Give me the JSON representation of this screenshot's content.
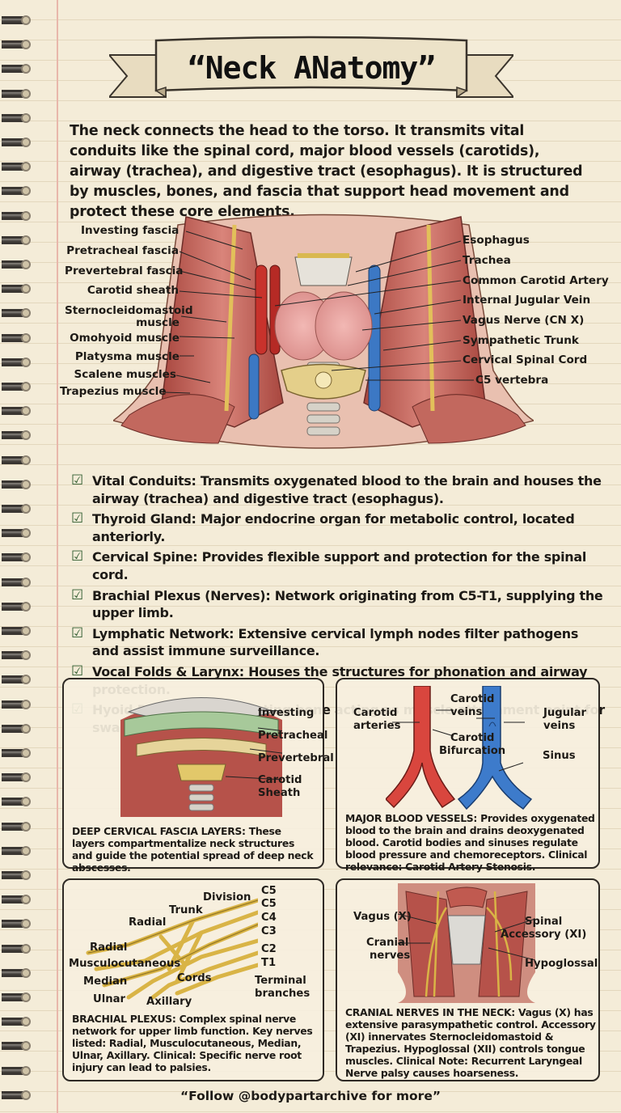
{
  "title": "“Neck ANatomy”",
  "intro": "The neck connects the head to the torso. It transmits vital conduits like the spinal cord, major blood vessels (carotids), airway (trachea), and digestive tract (esophagus). It is structured by muscles, bones, and fascia that support head movement and protect these core elements.",
  "main_labels_left": [
    "Investing fascia",
    "Pretracheal fascia",
    "Prevertebral fascia",
    "Carotid sheath",
    "Sternocleidomastoid",
    "muscle",
    "Omohyoid muscle",
    "Platysma muscle",
    "Scalene muscles",
    "Trapezius muscle"
  ],
  "main_labels_right": [
    "Esophagus",
    "Trachea",
    "Common Carotid Artery",
    "Internal Jugular Vein",
    "Vagus Nerve (CN X)",
    "Sympathetic Trunk",
    "Cervical Spinal Cord",
    "C5 vertebra"
  ],
  "checks": [
    {
      "term": "Vital Conduits:",
      "text": " Transmits oxygenated blood to the brain and houses the airway (trachea) and digestive tract (esophagus)."
    },
    {
      "term": "Thyroid Gland:",
      "text": " Major endocrine organ for metabolic control, located anteriorly."
    },
    {
      "term": "Cervical Spine:",
      "text": " Provides flexible support and protection for the spinal cord."
    },
    {
      "term": "Brachial Plexus (Nerves):",
      "text": " Network originating from C5-T1, supplying the upper limb."
    },
    {
      "term": "Lymphatic Network:",
      "text": " Extensive cervical lymph nodes filter pathogens and assist immune surveillance."
    },
    {
      "term": "Vocal Folds & Larynx:",
      "text": " Houses the structures for phonation and airway protection."
    },
    {
      "term": "Hyoid Bone:",
      "text": " Unique floating bone acting as muscle attachment point for swallowing and tongue."
    }
  ],
  "panel_fascia": {
    "labels": [
      "Investing",
      "Pretracheal",
      "Prevertebral",
      "Carotid",
      "Sheath"
    ],
    "caption_term": "DEEP CERVICAL FASCIA LAYERS:",
    "caption_text": " These layers compartmentalize neck structures and guide the potential spread of deep neck abscesses."
  },
  "panel_vessels": {
    "labels": [
      "Carotid",
      "arteries",
      "Carotid",
      "veins",
      "Carotid",
      "Bifurcation",
      "Jugular",
      "veins",
      "Sinus"
    ],
    "caption_term": "MAJOR BLOOD VESSELS:",
    "caption_text": " Provides oxygenated blood to the brain and drains deoxygenated blood. Carotid bodies and sinuses regulate blood pressure and chemoreceptors. Clinical relevance: Carotid Artery Stenosis."
  },
  "panel_plexus": {
    "labels": [
      "Division",
      "Trunk",
      "Radial",
      "Radial",
      "Musculocutaneous",
      "Median",
      "Ulnar",
      "Cords",
      "Axillary",
      "C5",
      "C5",
      "C4",
      "C3",
      "C2",
      "T1",
      "Terminal",
      "branches"
    ],
    "caption_term": "BRACHIAL PLEXUS:",
    "caption_text": " Complex spinal nerve network for upper limb function. Key nerves listed: Radial, Musculocutaneous, Median, Ulnar, Axillary. Clinical: Specific nerve root injury can lead to palsies."
  },
  "panel_cranial": {
    "labels": [
      "Vagus (X)",
      "Cranial",
      "nerves",
      "Spinal",
      "Accessory (XI)",
      "Hypoglossal"
    ],
    "caption_term": "CRANIAL NERVES IN THE NECK:",
    "caption_text": " Vagus (X) has extensive parasympathetic control. Accessory (XI) innervates Sternocleidomastoid & Trapezius. Hypoglossal (XII) controls tongue muscles. Clinical Note: Recurrent Laryngeal Nerve palsy causes hoarseness."
  },
  "footer": "“Follow @bodypartarchive for more”"
}
